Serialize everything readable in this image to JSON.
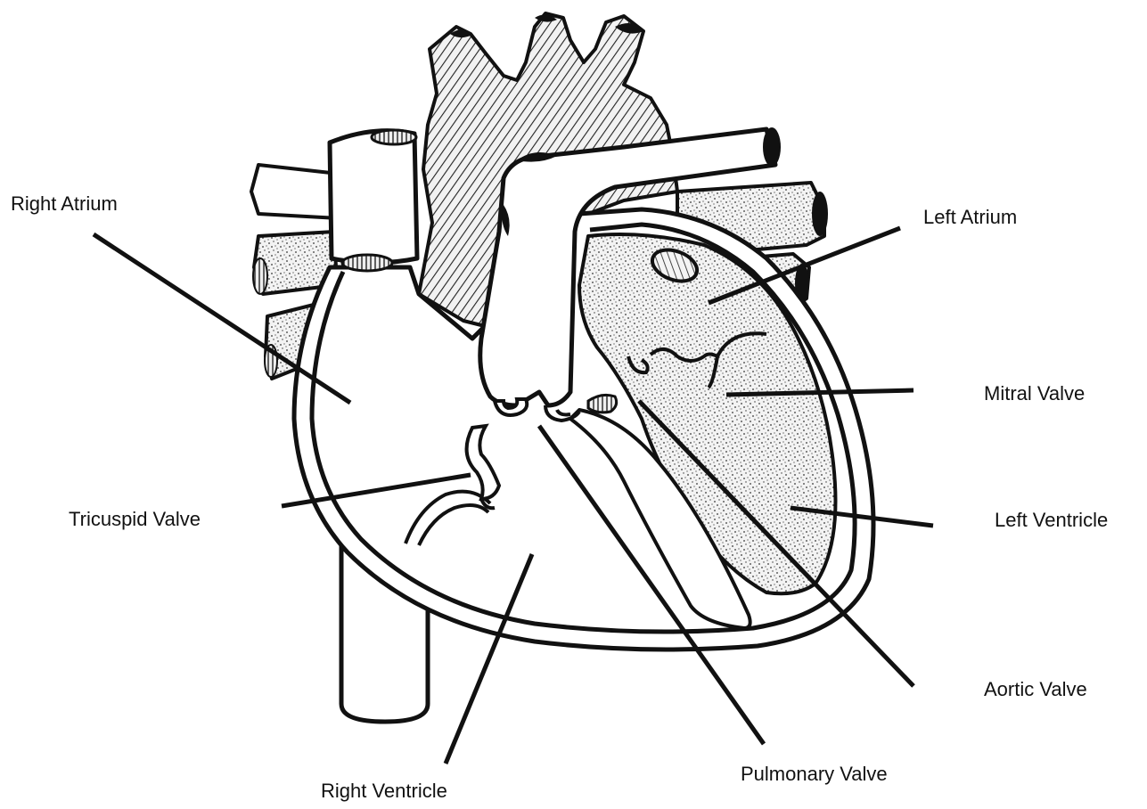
{
  "diagram": {
    "labels": {
      "right_atrium": "Right Atrium",
      "left_atrium": "Left Atrium",
      "mitral_valve": "Mitral Valve",
      "tricuspid_valve": "Tricuspid Valve",
      "left_ventricle": "Left Ventricle",
      "aortic_valve": "Aortic Valve",
      "right_ventricle": "Right Ventricle",
      "pulmonary_valve": "Pulmonary Valve"
    },
    "colors": {
      "outline": "#111111",
      "background": "#ffffff",
      "stipple_fill": "#e9e9e9",
      "hatch_fill": "#cfcfcf"
    }
  }
}
